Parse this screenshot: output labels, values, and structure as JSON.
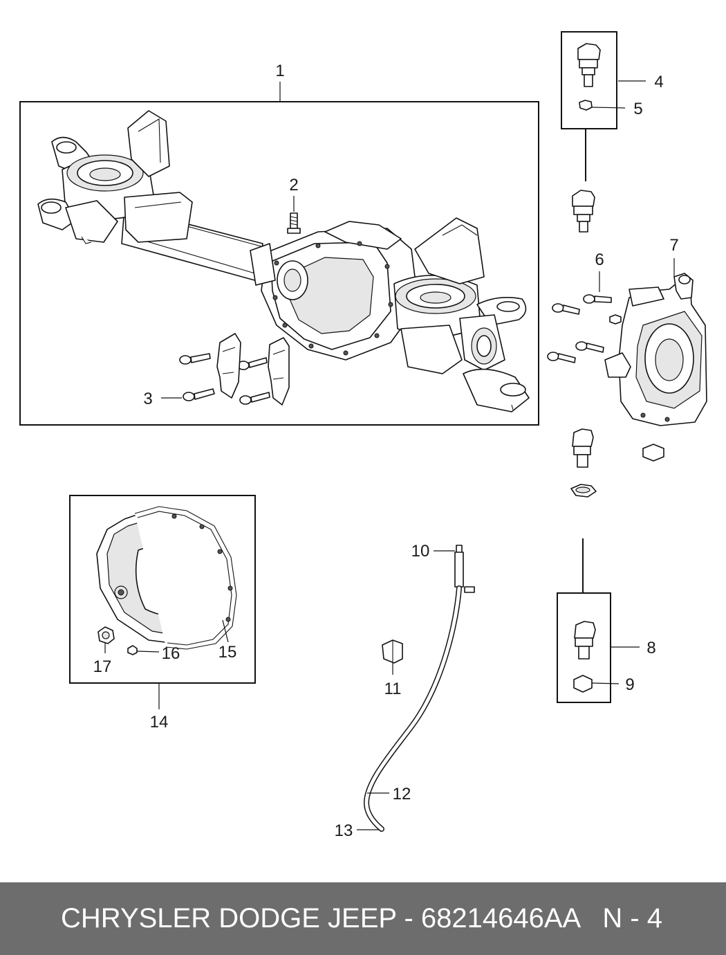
{
  "callouts": [
    {
      "id": "1",
      "label": "1"
    },
    {
      "id": "2",
      "label": "2"
    },
    {
      "id": "3",
      "label": "3"
    },
    {
      "id": "4",
      "label": "4"
    },
    {
      "id": "5",
      "label": "5"
    },
    {
      "id": "6",
      "label": "6"
    },
    {
      "id": "7",
      "label": "7"
    },
    {
      "id": "8",
      "label": "8"
    },
    {
      "id": "9",
      "label": "9"
    },
    {
      "id": "10",
      "label": "10"
    },
    {
      "id": "11",
      "label": "11"
    },
    {
      "id": "12",
      "label": "12"
    },
    {
      "id": "13",
      "label": "13"
    },
    {
      "id": "14",
      "label": "14"
    },
    {
      "id": "15",
      "label": "15"
    },
    {
      "id": "16",
      "label": "16"
    },
    {
      "id": "17",
      "label": "17"
    }
  ],
  "footer": {
    "title": "CHRYSLER DODGE JEEP - 68214646AA",
    "page": "N - 4"
  }
}
